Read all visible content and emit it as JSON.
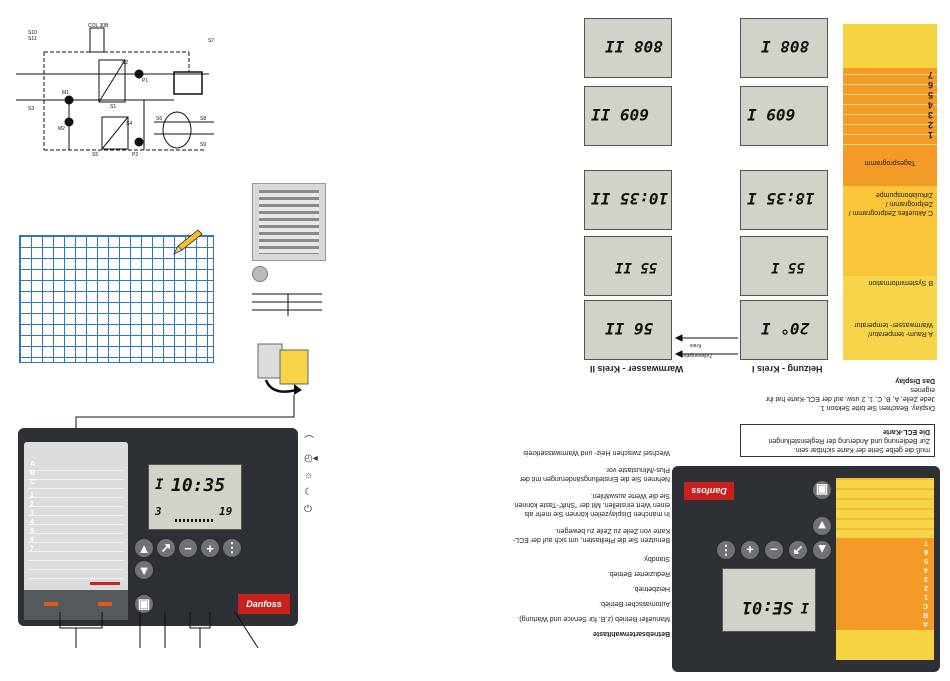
{
  "schematic": {
    "labels": [
      "S10",
      "S11",
      "COL 30B",
      "S2",
      "P1",
      "M1",
      "S1",
      "S3",
      "M2",
      "S4",
      "S6",
      "S5",
      "P2",
      "S8",
      "S9",
      "S7"
    ]
  },
  "ecl_card_left": {
    "rows": [
      "A",
      "B",
      "C",
      "1",
      "2",
      "3",
      "4",
      "5",
      "6",
      "7"
    ]
  },
  "controller_left": {
    "lcd_time": "10:35",
    "lcd_circuit": "I",
    "lcd_left": "3",
    "lcd_right": "19"
  },
  "modes_left": [
    "manual-icon",
    "auto-icon",
    "comfort-icon",
    "reduced-icon",
    "standby-icon"
  ],
  "displays": {
    "circuit1": {
      "label": "Heizung - Kreis I",
      "circuit": "I",
      "d1": "808",
      "d2": "609",
      "d3": "18:35",
      "d4": "55",
      "d5": "20°"
    },
    "circuit2": {
      "label": "Warmwasser - Kreis II",
      "circuit": "II",
      "d1": "808",
      "d2": "609",
      "d3": "10:35",
      "d4": "55",
      "d5": "56"
    }
  },
  "arrow_labels": {
    "kreis": "Kreis",
    "zeilen": "Zeilenangabe"
  },
  "card_sections": {
    "a": "A   Raum- temperatur/ Warmwasser- temperatur",
    "b": "B   Systeminformation",
    "c": "C   Aktuelles Zeitprogramm / Zeitprogramm / Zirkulationspumpe",
    "tages": "Tagesprogramm",
    "nums": [
      "1",
      "2",
      "3",
      "4",
      "5",
      "6",
      "7"
    ]
  },
  "right_text": {
    "ecl_title": "Die ECL-Karte",
    "ecl_body1": "Zur Bedienung und Änderung der Regleinstellungen",
    "ecl_body2": "muß die gelbe Seite der Karte sichtbar sein.",
    "display_title": "Das Display",
    "display_body1": "Jede Zeile, A, B, C, 1, 2 usw. auf der ECL-Karte hat ihr eigenes",
    "display_body2": "Display. Beachten Sie bitte Sektion 1.",
    "instr1": "Wechsel zwischen Heiz- und Warmwasserkreis",
    "instr2": "Nehmen Sie die Einstellungsänderungen mit der Plus-/Minustaste vor.",
    "instr3": "In manchen Displayzeilen können Sie mehr als einen Wert einstellen. Mit der \"Shift\"-Taste können Sie die Werte auswählen.",
    "instr4": "Benutzen Sie die Pfeiltasten, um sich auf der ECL-Karte von Zeile zu Zeile zu bewegen.",
    "standby": "Standby.",
    "reduced": "Reduzierter Betrieb.",
    "heiz": "Heizbetrieb.",
    "auto": "Automatischer Betrieb.",
    "manual": "Manueller Betrieb (z.B. für Service und Wartung).",
    "betriebs": "Betriebsartenwahltaste"
  },
  "controller_right": {
    "brand": "Danfoss",
    "lcd": "SE:01",
    "circuit": "I",
    "card_rows": [
      "A",
      "B",
      "C",
      "1",
      "2",
      "3",
      "4",
      "5",
      "6",
      "7"
    ]
  },
  "brand_left": "Danfoss"
}
